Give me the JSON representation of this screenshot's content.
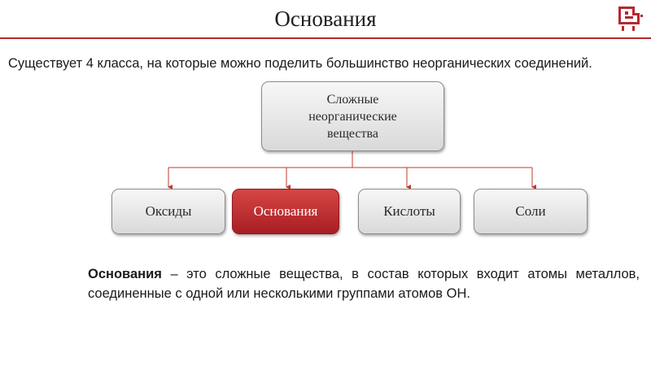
{
  "header": {
    "title": "Основания",
    "accent_color": "#b5282e",
    "logo_icon": "pixel-robot-logo-icon"
  },
  "intro_text": "Существует 4 класса, на которые можно поделить большинство неорганических соединений.",
  "diagram": {
    "root": "Сложные неорганические вещества",
    "children": [
      {
        "label": "Оксиды",
        "highlighted": false
      },
      {
        "label": "Основания",
        "highlighted": true
      },
      {
        "label": "Кислоты",
        "highlighted": false
      },
      {
        "label": "Соли",
        "highlighted": false
      }
    ],
    "connector_color": "#c0392b",
    "highlight_color": "#b7252a"
  },
  "definition": {
    "term": "Основания",
    "text": " – это сложные вещества, в состав которых входит атомы металлов, соединенные с одной или несколькими группами атомов ОН."
  }
}
